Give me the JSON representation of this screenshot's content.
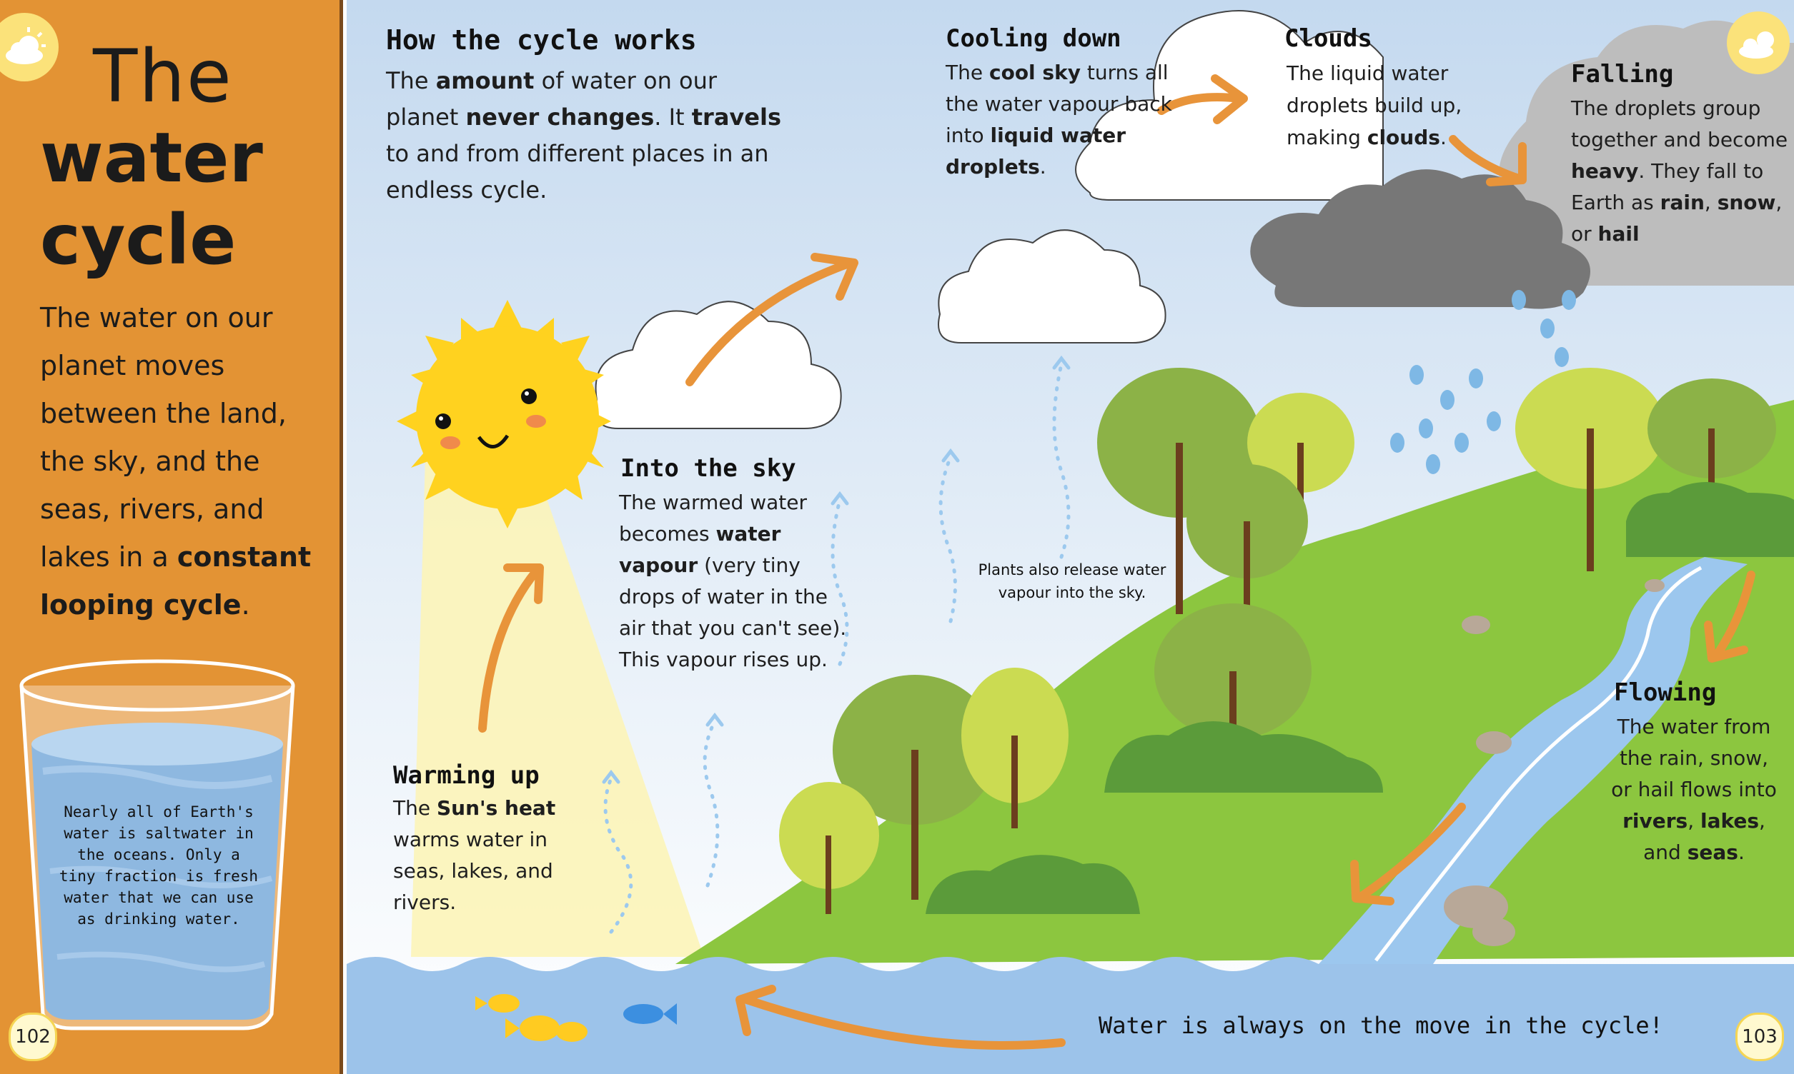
{
  "left": {
    "title_line1": "The",
    "title_line2": "water",
    "title_line3": "cycle",
    "intro_part1": "The water on our planet moves between the land, the sky, and the seas, rivers, and lakes in a ",
    "intro_bold": "constant looping cycle",
    "intro_end": ".",
    "glass_note": "Nearly all of Earth's water is saltwater in the oceans. Only a tiny fraction is fresh water that we can use as drinking water.",
    "page_number": "102"
  },
  "right": {
    "page_number": "103",
    "how": {
      "title": "How the cycle works",
      "t1": "The ",
      "b1": "amount",
      "t2": " of water on our planet ",
      "b2": "never changes",
      "t3": ". It ",
      "b3": "travels",
      "t4": " to and from different places in an endless cycle."
    },
    "cooling": {
      "title": "Cooling down",
      "t1": "The ",
      "b1": "cool sky",
      "t2": " turns all the water vapour back into ",
      "b2": "liquid water droplets",
      "t3": "."
    },
    "clouds": {
      "title": "Clouds",
      "t1": "The liquid water droplets build up, making ",
      "b1": "clouds",
      "t2": "."
    },
    "falling": {
      "title": "Falling",
      "t1": "The droplets group together and become ",
      "b1": "heavy",
      "t2": ". They fall to Earth as ",
      "b2": "rain",
      "t3": ", ",
      "b3": "snow",
      "t4": ", or ",
      "b4": "hail"
    },
    "sky": {
      "title": "Into the sky",
      "t1": "The warmed water becomes ",
      "b1": "water vapour",
      "t2": " (very tiny drops of water in the air that you can't see). This vapour rises up."
    },
    "plants": "Plants also release water vapour into the sky.",
    "warming": {
      "title": "Warming up",
      "t1": "The ",
      "b1": "Sun's heat",
      "t2": " warms water in seas, lakes, and rivers."
    },
    "flowing": {
      "title": "Flowing",
      "t1": "The water from the rain, snow, or hail flows into ",
      "b1": "rivers",
      "t2": ", ",
      "b2": "lakes",
      "t3": ", and ",
      "b3": "seas",
      "t4": "."
    },
    "footer": "Water is always on the move in the cycle!"
  },
  "colors": {
    "orange_panel": "#e39334",
    "arrow": "#e8943a",
    "sea": "#9cc3ea",
    "grass": "#8cc63f",
    "sun": "#ffd21f"
  },
  "icons": [
    "sun-cloud-icon",
    "sun-icon",
    "cloud-icon",
    "rain-cloud-icon",
    "tree-icon",
    "fish-icon",
    "glass-icon",
    "arrow-icon"
  ]
}
